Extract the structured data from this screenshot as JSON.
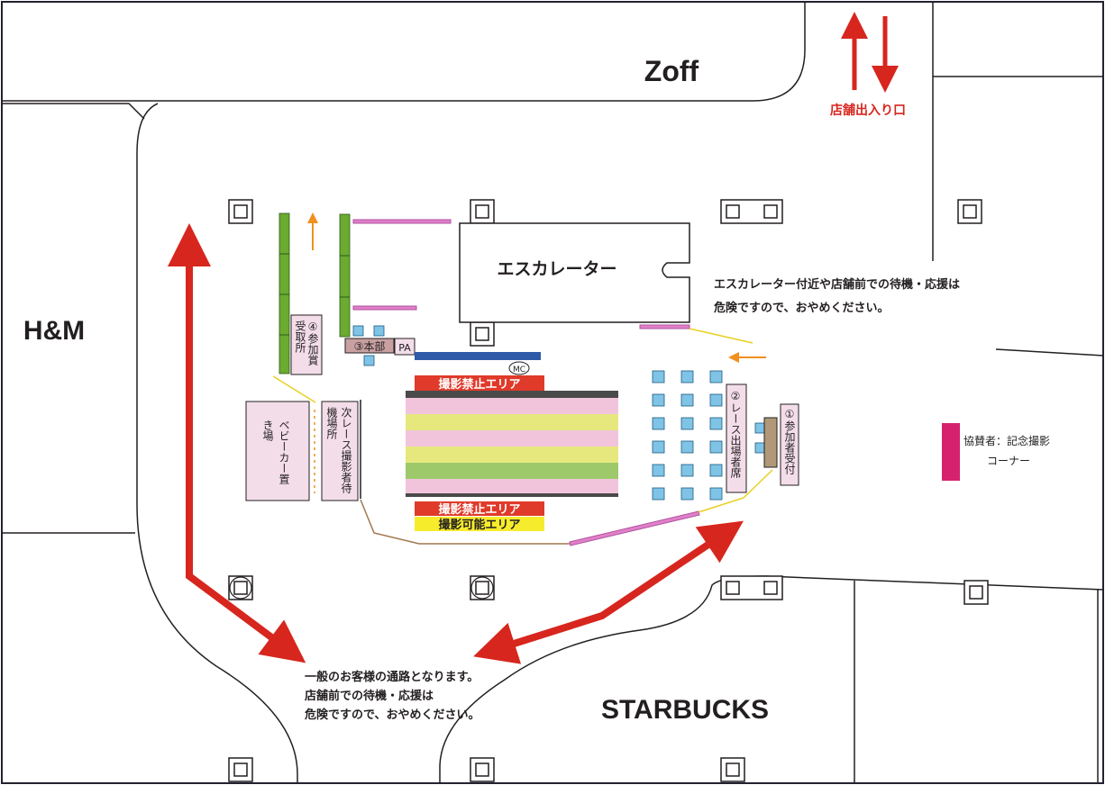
{
  "stores": {
    "zoff": "Zoff",
    "hm": "H&M",
    "starbucks": "STARBUCKS"
  },
  "store_entrance": "店舗出入り口",
  "escalator": "エスカレーター",
  "notices": {
    "escalator_line1": "エスカレーター付近や店舗前での待機・応援は",
    "escalator_line2": "危険ですので、おやめください。",
    "passage_line1": "一般のお客様の通路となります。",
    "passage_line2": "店舗前での待機・応援は",
    "passage_line3": "危険ですので、おやめください。"
  },
  "areas": {
    "reception": "①参加者受付",
    "race_seats": "②レース出場者席",
    "hq": "③本部",
    "pa": "PA",
    "prize": "④参加賞受取所",
    "next_waiting": "次レース撮影者待機場所",
    "stroller": "ベビーカー置き場",
    "no_photo_top": "撮影禁止エリア",
    "no_photo_bottom": "撮影禁止エリア",
    "photo_ok": "撮影可能エリア",
    "mc": "MC",
    "sponsor_line1": "協賛者：記念撮影",
    "sponsor_line2": "コーナー"
  },
  "colors": {
    "arrow_red": "#d7261e",
    "no_photo": "#e03a2a",
    "photo_ok": "#f7ec2c",
    "stage_blue": "#2e5aa8",
    "chair": "#7fc4e6",
    "green_bar": "#6aab30",
    "pink_fence": "#e080c8",
    "sponsor": "#d6216f",
    "booth_fill": "#f3dde9",
    "orange_arrow": "#f0901e",
    "track_green": "#9dc96a",
    "track_yellow": "#e6e87e",
    "track_pink": "#f2c4dc"
  }
}
